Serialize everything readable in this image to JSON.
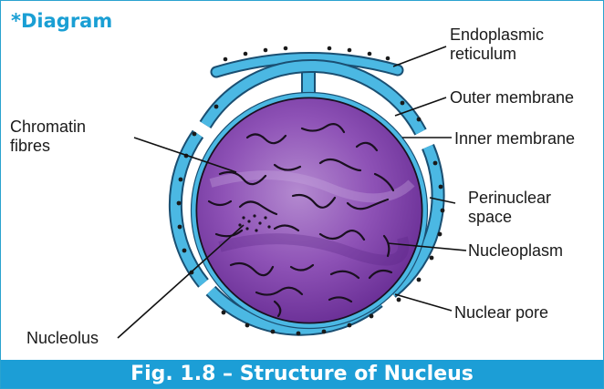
{
  "heading": "*Diagram",
  "labels": {
    "endoplasmic_reticulum": [
      "Endoplasmic",
      "reticulum"
    ],
    "outer_membrane": "Outer membrane",
    "inner_membrane": "Inner membrane",
    "chromatin_fibres": [
      "Chromatin",
      "fibres"
    ],
    "perinuclear_space": [
      "Perinuclear",
      "space"
    ],
    "nucleoplasm": "Nucleoplasm",
    "nuclear_pore": "Nuclear pore",
    "nucleolus": "Nucleolus"
  },
  "caption": "Fig. 1.8 – Structure of Nucleus",
  "colors": {
    "accent": "#1c9ed6",
    "membrane": "#4bb8e3",
    "nucleoplasm": "#8a4ab0",
    "chromatin": "#1a1020"
  }
}
